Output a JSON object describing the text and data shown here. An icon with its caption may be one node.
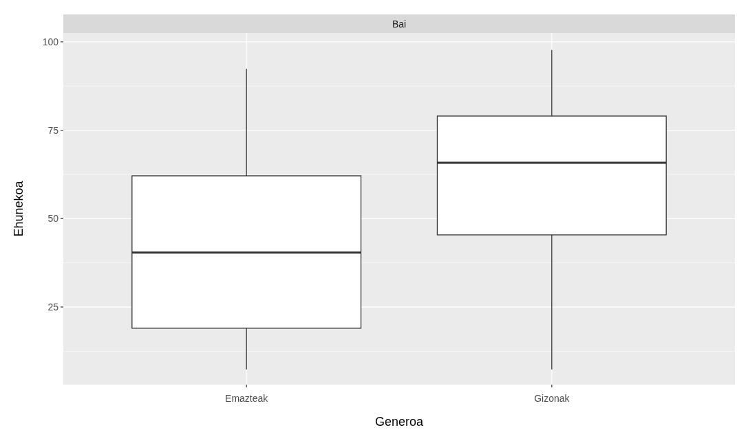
{
  "diagram": {
    "labels": [
      "Bai",
      "100",
      "75",
      "50",
      "25",
      "Ehunekoa",
      "Emazteak",
      "Gizonak",
      "Generoa"
    ]
  }
}
